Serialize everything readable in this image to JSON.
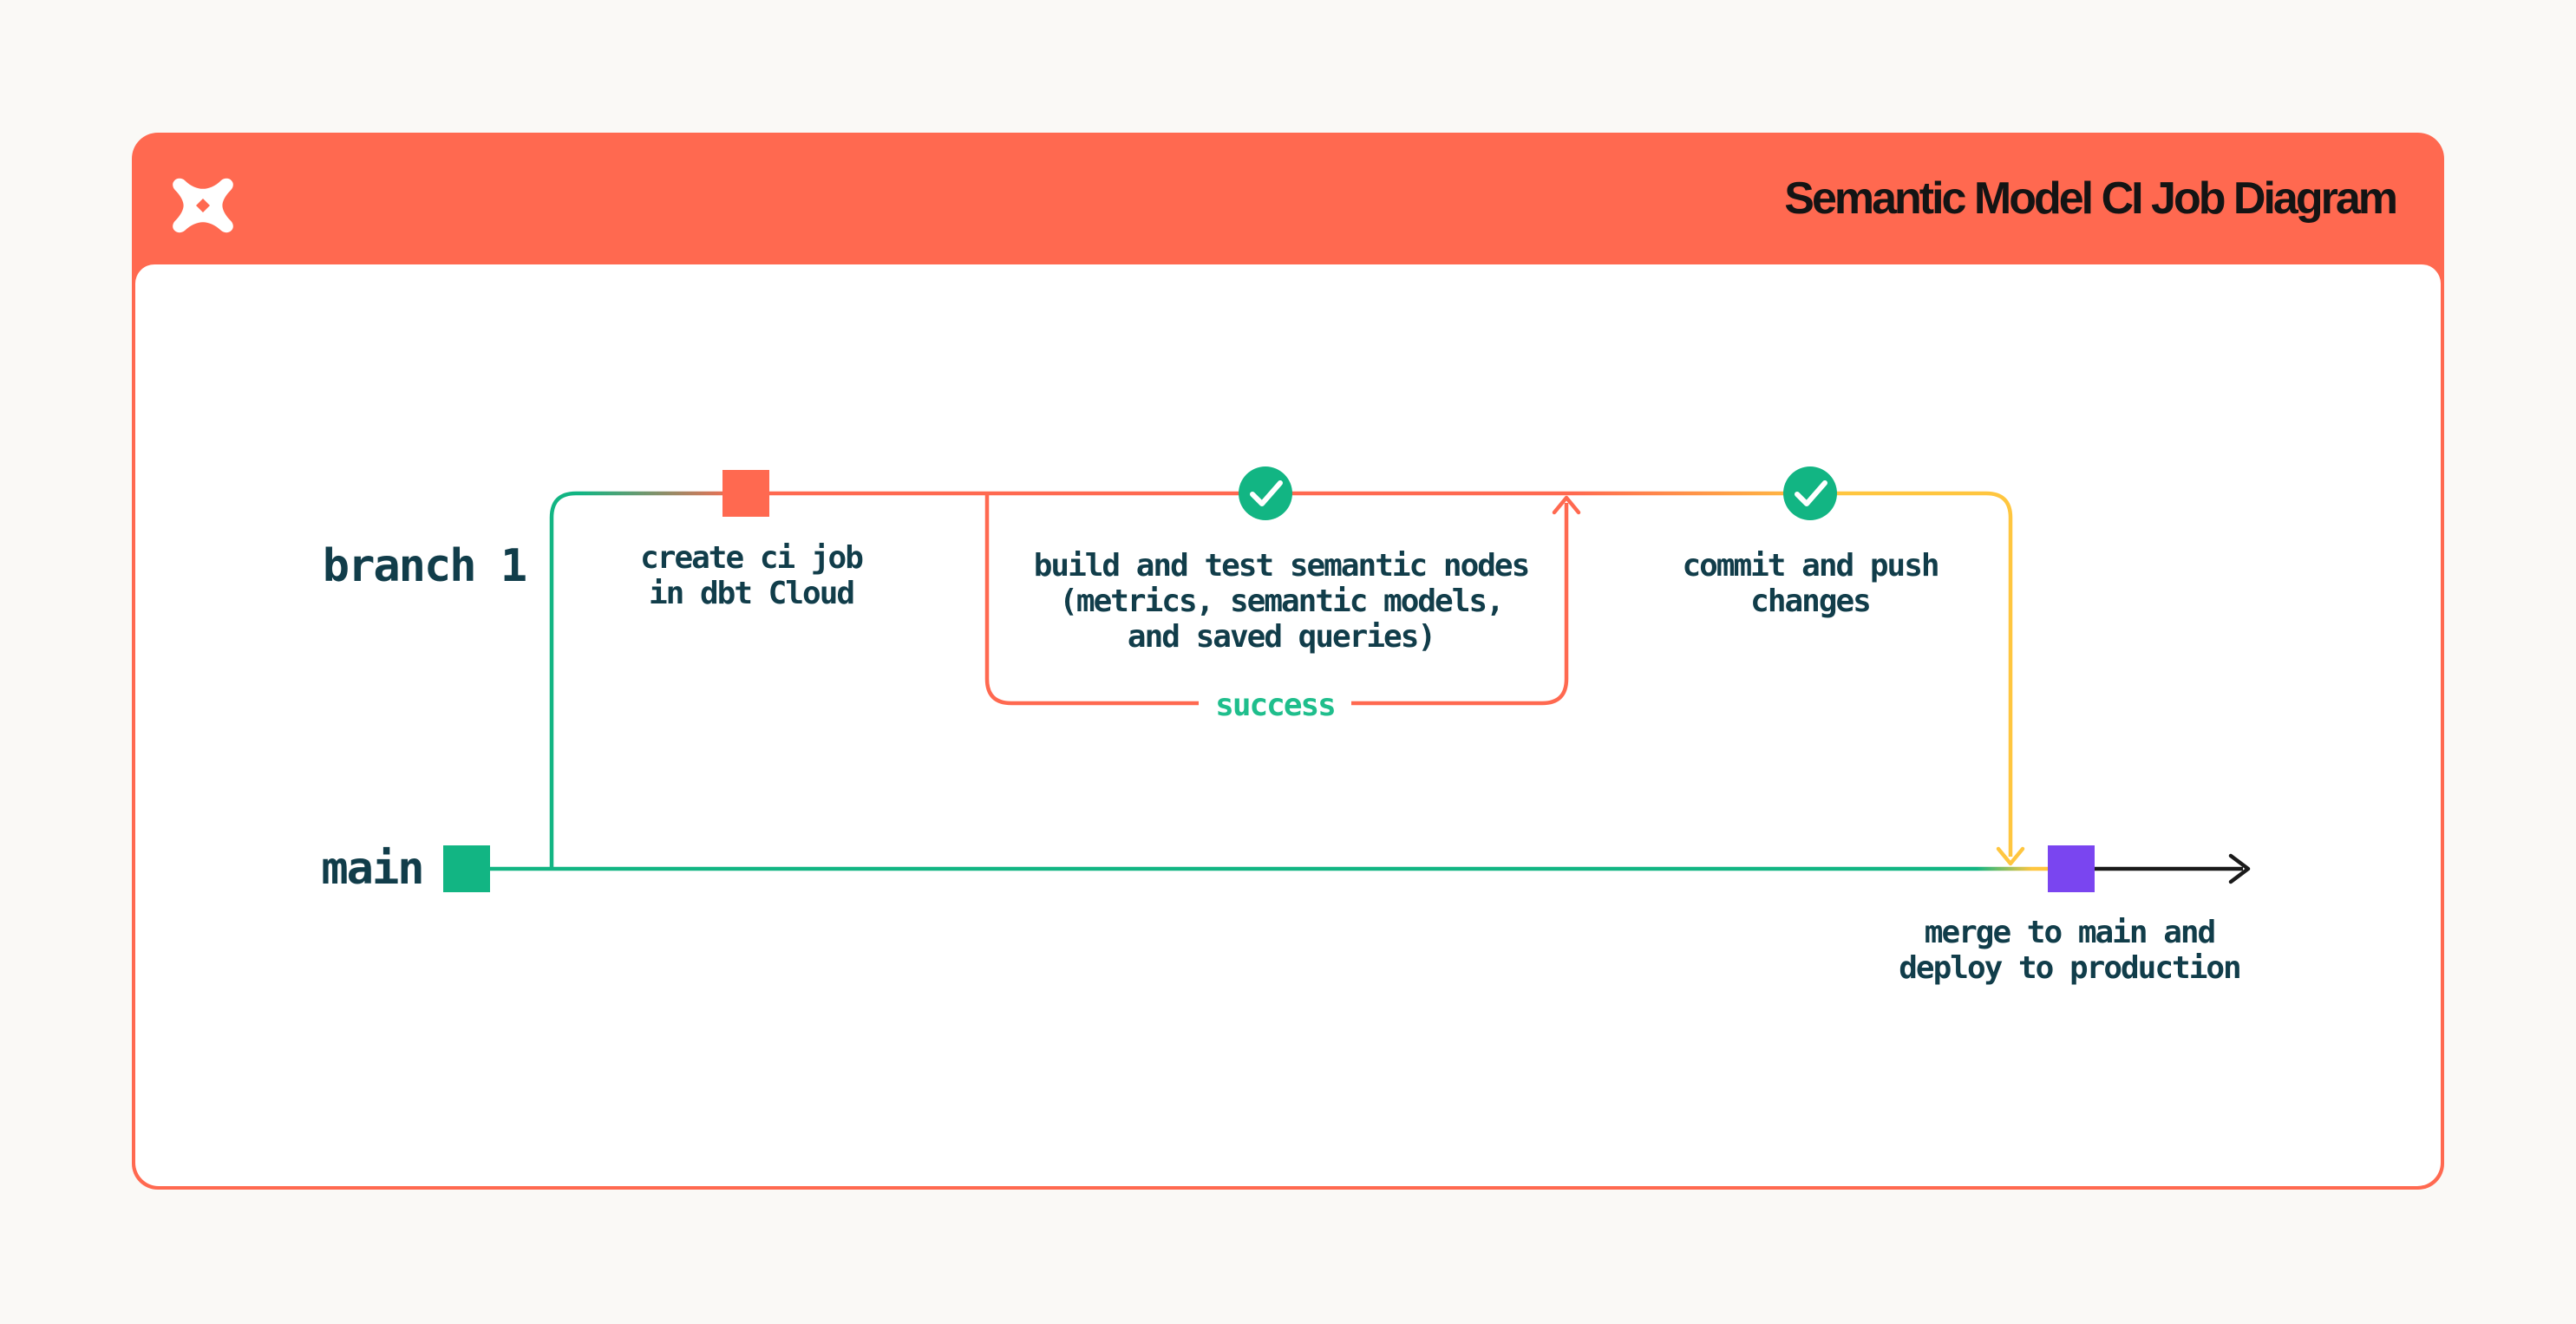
{
  "header": {
    "title": "Semantic Model CI Job Diagram",
    "logo": "dbt-logo"
  },
  "diagram": {
    "branch_label": "branch 1",
    "main_label": "main",
    "success_label": "success",
    "nodes": {
      "create_ci_job": {
        "label": "create ci job\nin dbt Cloud",
        "marker": "orange-square"
      },
      "build_test": {
        "label": "build and test semantic nodes\n(metrics, semantic models,\nand saved queries)",
        "marker": "green-check"
      },
      "commit_push": {
        "label": "commit and push\nchanges",
        "marker": "green-check"
      },
      "merge_deploy": {
        "label": "merge to main and\ndeploy to production",
        "marker": "purple-square"
      }
    },
    "colors": {
      "brand_orange": "#FF6950",
      "line_green": "#12B583",
      "line_yellow": "#FFC63F",
      "merge_purple": "#7A45F0",
      "success_green": "#1FBE8C",
      "text_ink": "#113D4A",
      "arrow_black": "#1A1A1A",
      "page_background": "#FAF9F6",
      "card_background": "#FFFFFF"
    }
  }
}
